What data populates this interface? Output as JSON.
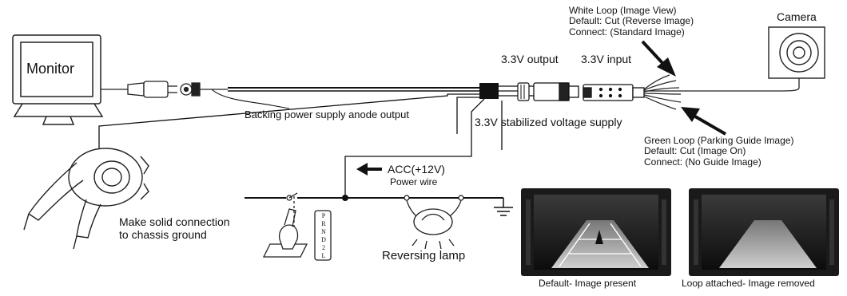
{
  "labels": {
    "monitor": "Monitor",
    "camera": "Camera",
    "white_loop": "White Loop (Image View)\nDefault: Cut (Reverse Image)\nConnect: (Standard Image)",
    "output_33": "3.3V output",
    "input_33": "3.3V input",
    "backing_power": "Backing power supply anode output",
    "stabilized": "3.3V stabilized voltage supply",
    "green_loop": "Green Loop (Parking Guide Image)\nDefault: Cut (Image On)\nConnect: (No Guide Image)",
    "acc": "ACC(+12V)",
    "power_wire": "Power wire",
    "chassis": "Make solid connection\nto chassis ground",
    "reversing_lamp": "Reversing lamp",
    "caption_default": "Default- Image present",
    "caption_loop": "Loop attached- Image removed"
  },
  "gear_letters": [
    "P",
    "R",
    "N",
    "D",
    "2",
    "L"
  ],
  "icons": [
    "monitor-icon",
    "camera-icon",
    "rca-plug-icon",
    "connector-icon",
    "fuse-icon",
    "chassis-ground-icon",
    "gear-shifter-icon",
    "reversing-lamp-icon",
    "ground-symbol-icon",
    "screen-image-present",
    "screen-image-removed"
  ]
}
